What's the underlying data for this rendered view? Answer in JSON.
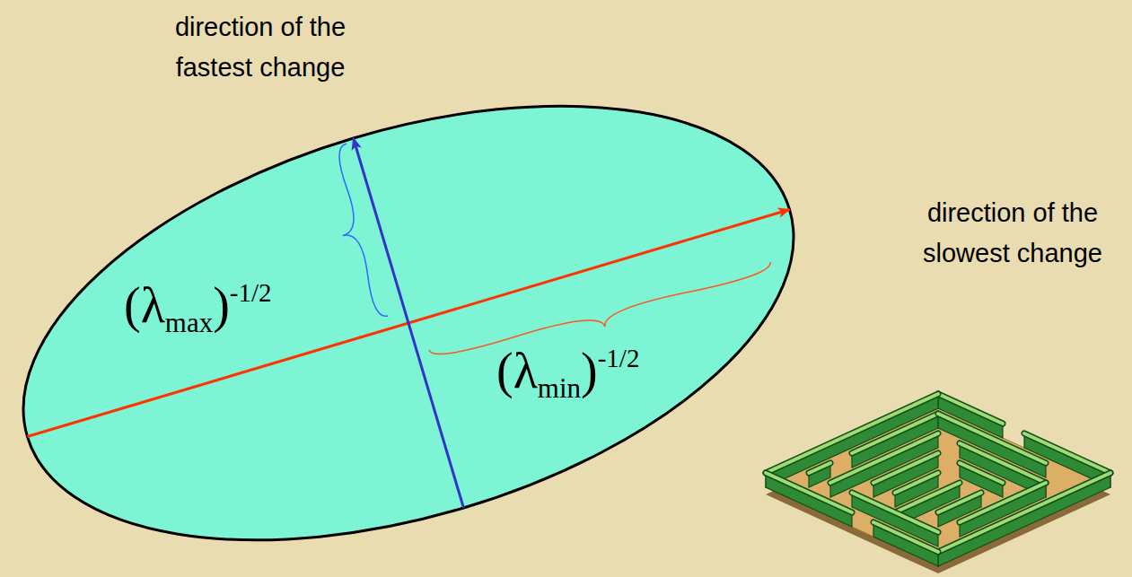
{
  "diagram": {
    "nodes": [
      {
        "text": [
          "(λmax)-1/2",
          "(λmin)-1/2"
        ]
      }
    ],
    "labels": [
      "direction of the fastest change",
      "direction of the slowest change"
    ]
  }
}
